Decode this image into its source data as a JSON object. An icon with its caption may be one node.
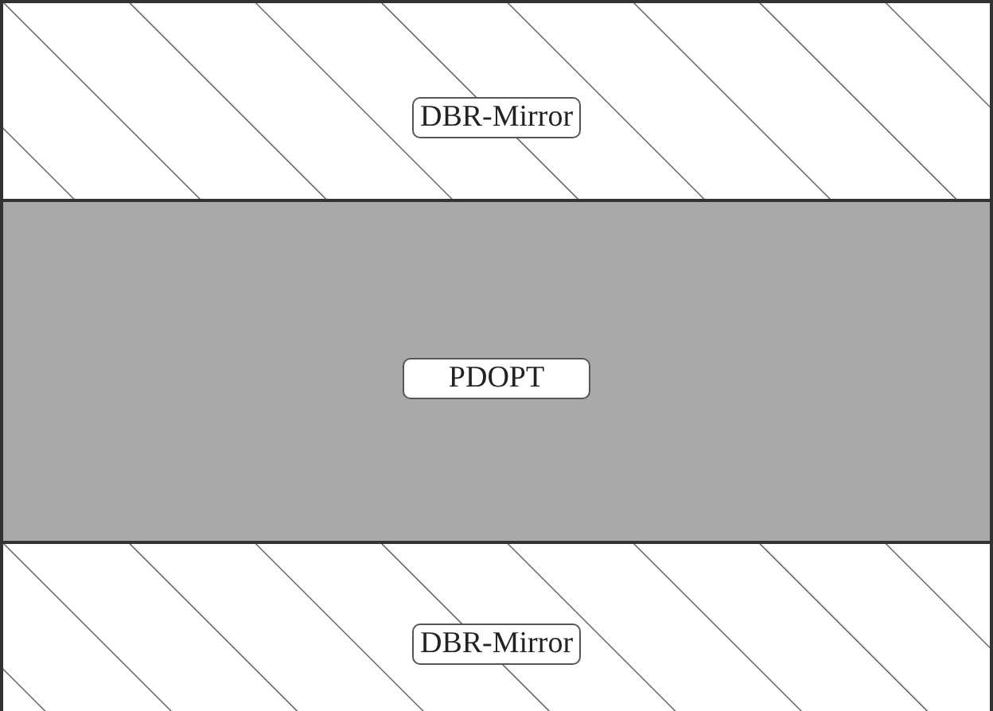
{
  "diagram": {
    "nodes": [
      {
        "text": [
          "DBR-Mirror"
        ]
      },
      {
        "text": [
          "PDOPT"
        ]
      },
      {
        "text": [
          "DBR-Mirror"
        ]
      }
    ]
  }
}
